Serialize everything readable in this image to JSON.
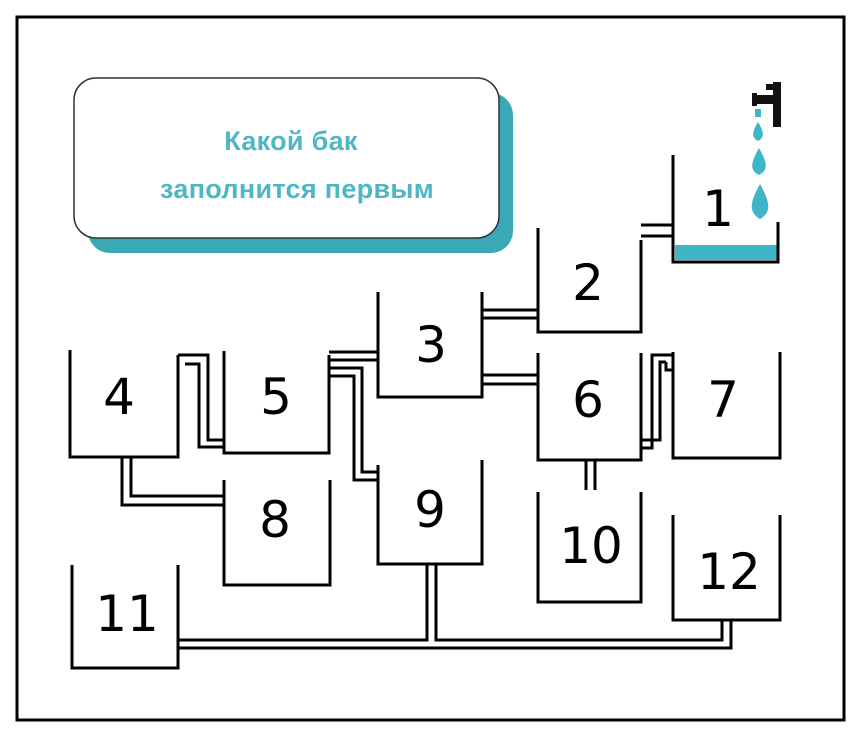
{
  "title": {
    "line1": "Какой бак",
    "line2": "заполнится   первым"
  },
  "tanks": [
    {
      "id": "tank-1",
      "label": "1"
    },
    {
      "id": "tank-2",
      "label": "2"
    },
    {
      "id": "tank-3",
      "label": "3"
    },
    {
      "id": "tank-4",
      "label": "4"
    },
    {
      "id": "tank-5",
      "label": "5"
    },
    {
      "id": "tank-6",
      "label": "6"
    },
    {
      "id": "tank-7",
      "label": "7"
    },
    {
      "id": "tank-8",
      "label": "8"
    },
    {
      "id": "tank-9",
      "label": "9"
    },
    {
      "id": "tank-10",
      "label": "10"
    },
    {
      "id": "tank-11",
      "label": "11"
    },
    {
      "id": "tank-12",
      "label": "12"
    }
  ],
  "colors": {
    "water": "#3fb6c8",
    "title_text": "#4fb6c6",
    "card_shadow": "#3aa9b5"
  }
}
